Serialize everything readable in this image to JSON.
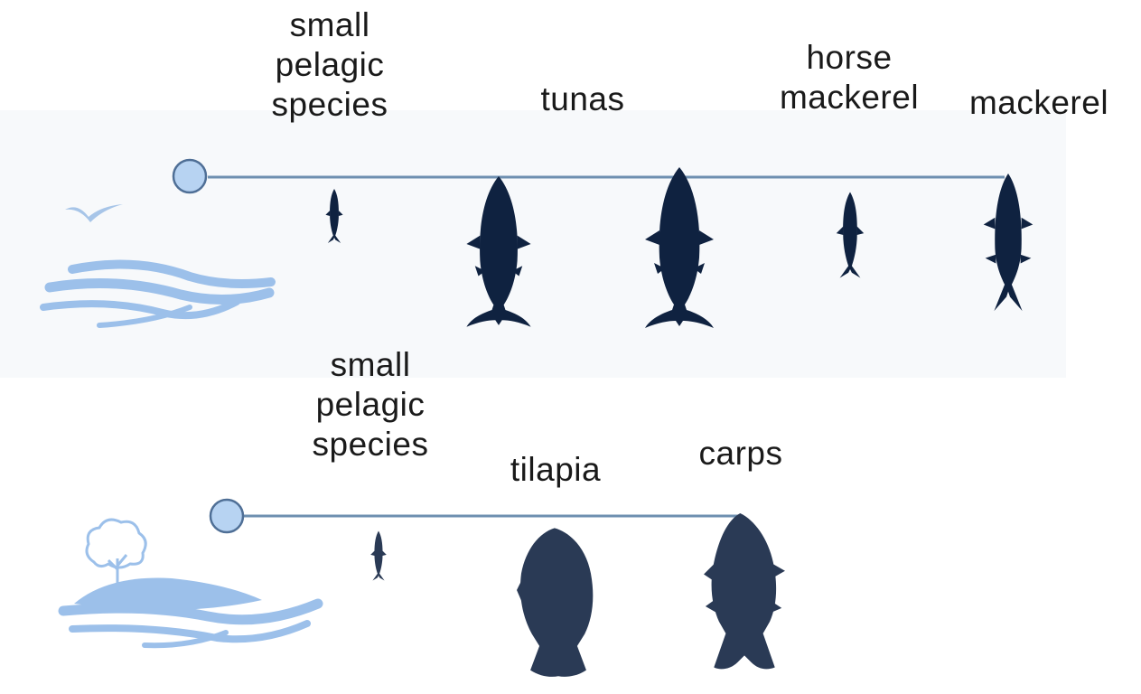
{
  "marine": {
    "labels": {
      "small_pelagic": "small\npelagic\nspecies",
      "tunas": "tunas",
      "horse_mackerel": "horse\nmackerel",
      "mackerel": "mackerel"
    }
  },
  "freshwater": {
    "labels": {
      "small_pelagic": "small\npelagic\nspecies",
      "tilapia": "tilapia",
      "carps": "carps"
    }
  },
  "colors": {
    "fish_dark": "#0f2240",
    "fish_fresh": "#2a3a55",
    "line": "#6e8fb0",
    "bubble": "#b7d3f2",
    "wave": "#9cc0ea"
  }
}
